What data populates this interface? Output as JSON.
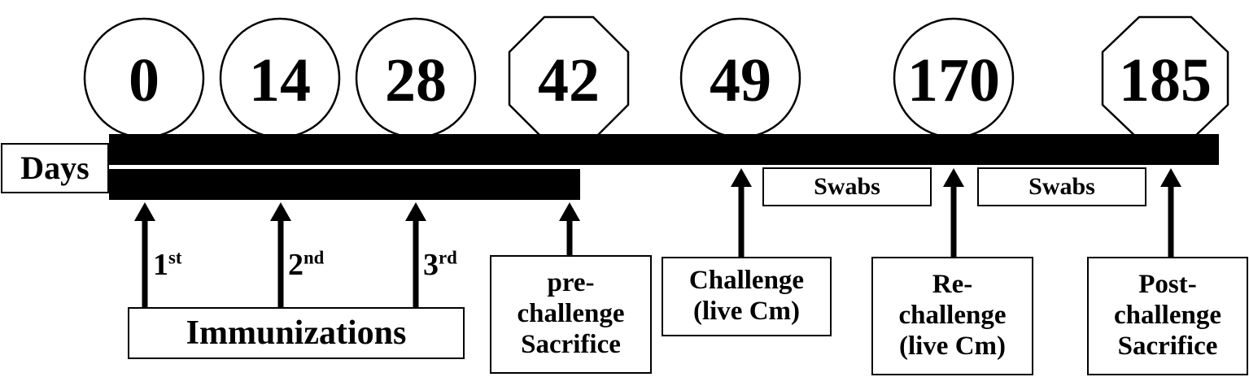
{
  "axis_label": "Days",
  "milestones": [
    {
      "day": "0",
      "shape": "circle"
    },
    {
      "day": "14",
      "shape": "circle"
    },
    {
      "day": "28",
      "shape": "circle"
    },
    {
      "day": "42",
      "shape": "octagon"
    },
    {
      "day": "49",
      "shape": "circle"
    },
    {
      "day": "170",
      "shape": "circle"
    },
    {
      "day": "185",
      "shape": "octagon"
    }
  ],
  "immunizations": {
    "label": "Immunizations",
    "doses": [
      {
        "num": "1",
        "sup": "st"
      },
      {
        "num": "2",
        "sup": "nd"
      },
      {
        "num": "3",
        "sup": "rd"
      }
    ]
  },
  "events": {
    "pre_sacrifice": [
      "pre-",
      "challenge",
      "Sacrifice"
    ],
    "challenge": [
      "Challenge",
      "(live Cm)"
    ],
    "rechallenge": [
      "Re-",
      "challenge",
      "(live Cm)"
    ],
    "post_sacrifice": [
      "Post-",
      "challenge",
      "Sacrifice"
    ]
  },
  "swabs": [
    "Swabs",
    "Swabs"
  ],
  "colors": {
    "ink": "#000000",
    "paper": "#ffffff"
  }
}
